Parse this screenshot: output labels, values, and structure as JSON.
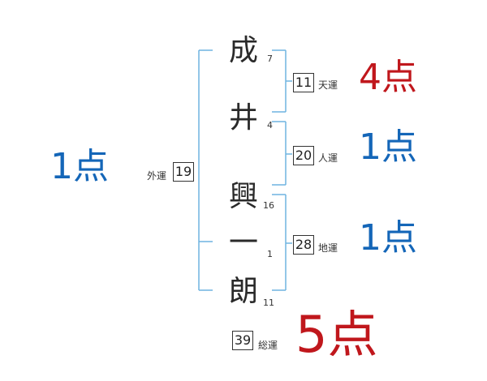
{
  "name_chars": [
    {
      "char": "成",
      "strokes": "7"
    },
    {
      "char": "井",
      "strokes": "4"
    },
    {
      "char": "興",
      "strokes": "16"
    },
    {
      "char": "一",
      "strokes": "1"
    },
    {
      "char": "朗",
      "strokes": "11"
    }
  ],
  "fortunes": {
    "ten": {
      "value": "11",
      "label": "天運",
      "score": "4点"
    },
    "jin": {
      "value": "20",
      "label": "人運",
      "score": "1点"
    },
    "chi": {
      "value": "28",
      "label": "地運",
      "score": "1点"
    },
    "gai": {
      "value": "19",
      "label": "外運",
      "score": "1点"
    },
    "so": {
      "value": "39",
      "label": "総運",
      "score": "5点"
    }
  },
  "colors": {
    "bracket": "#6fb4e0",
    "score_blue": "#1466b8",
    "score_red": "#c0171c"
  }
}
